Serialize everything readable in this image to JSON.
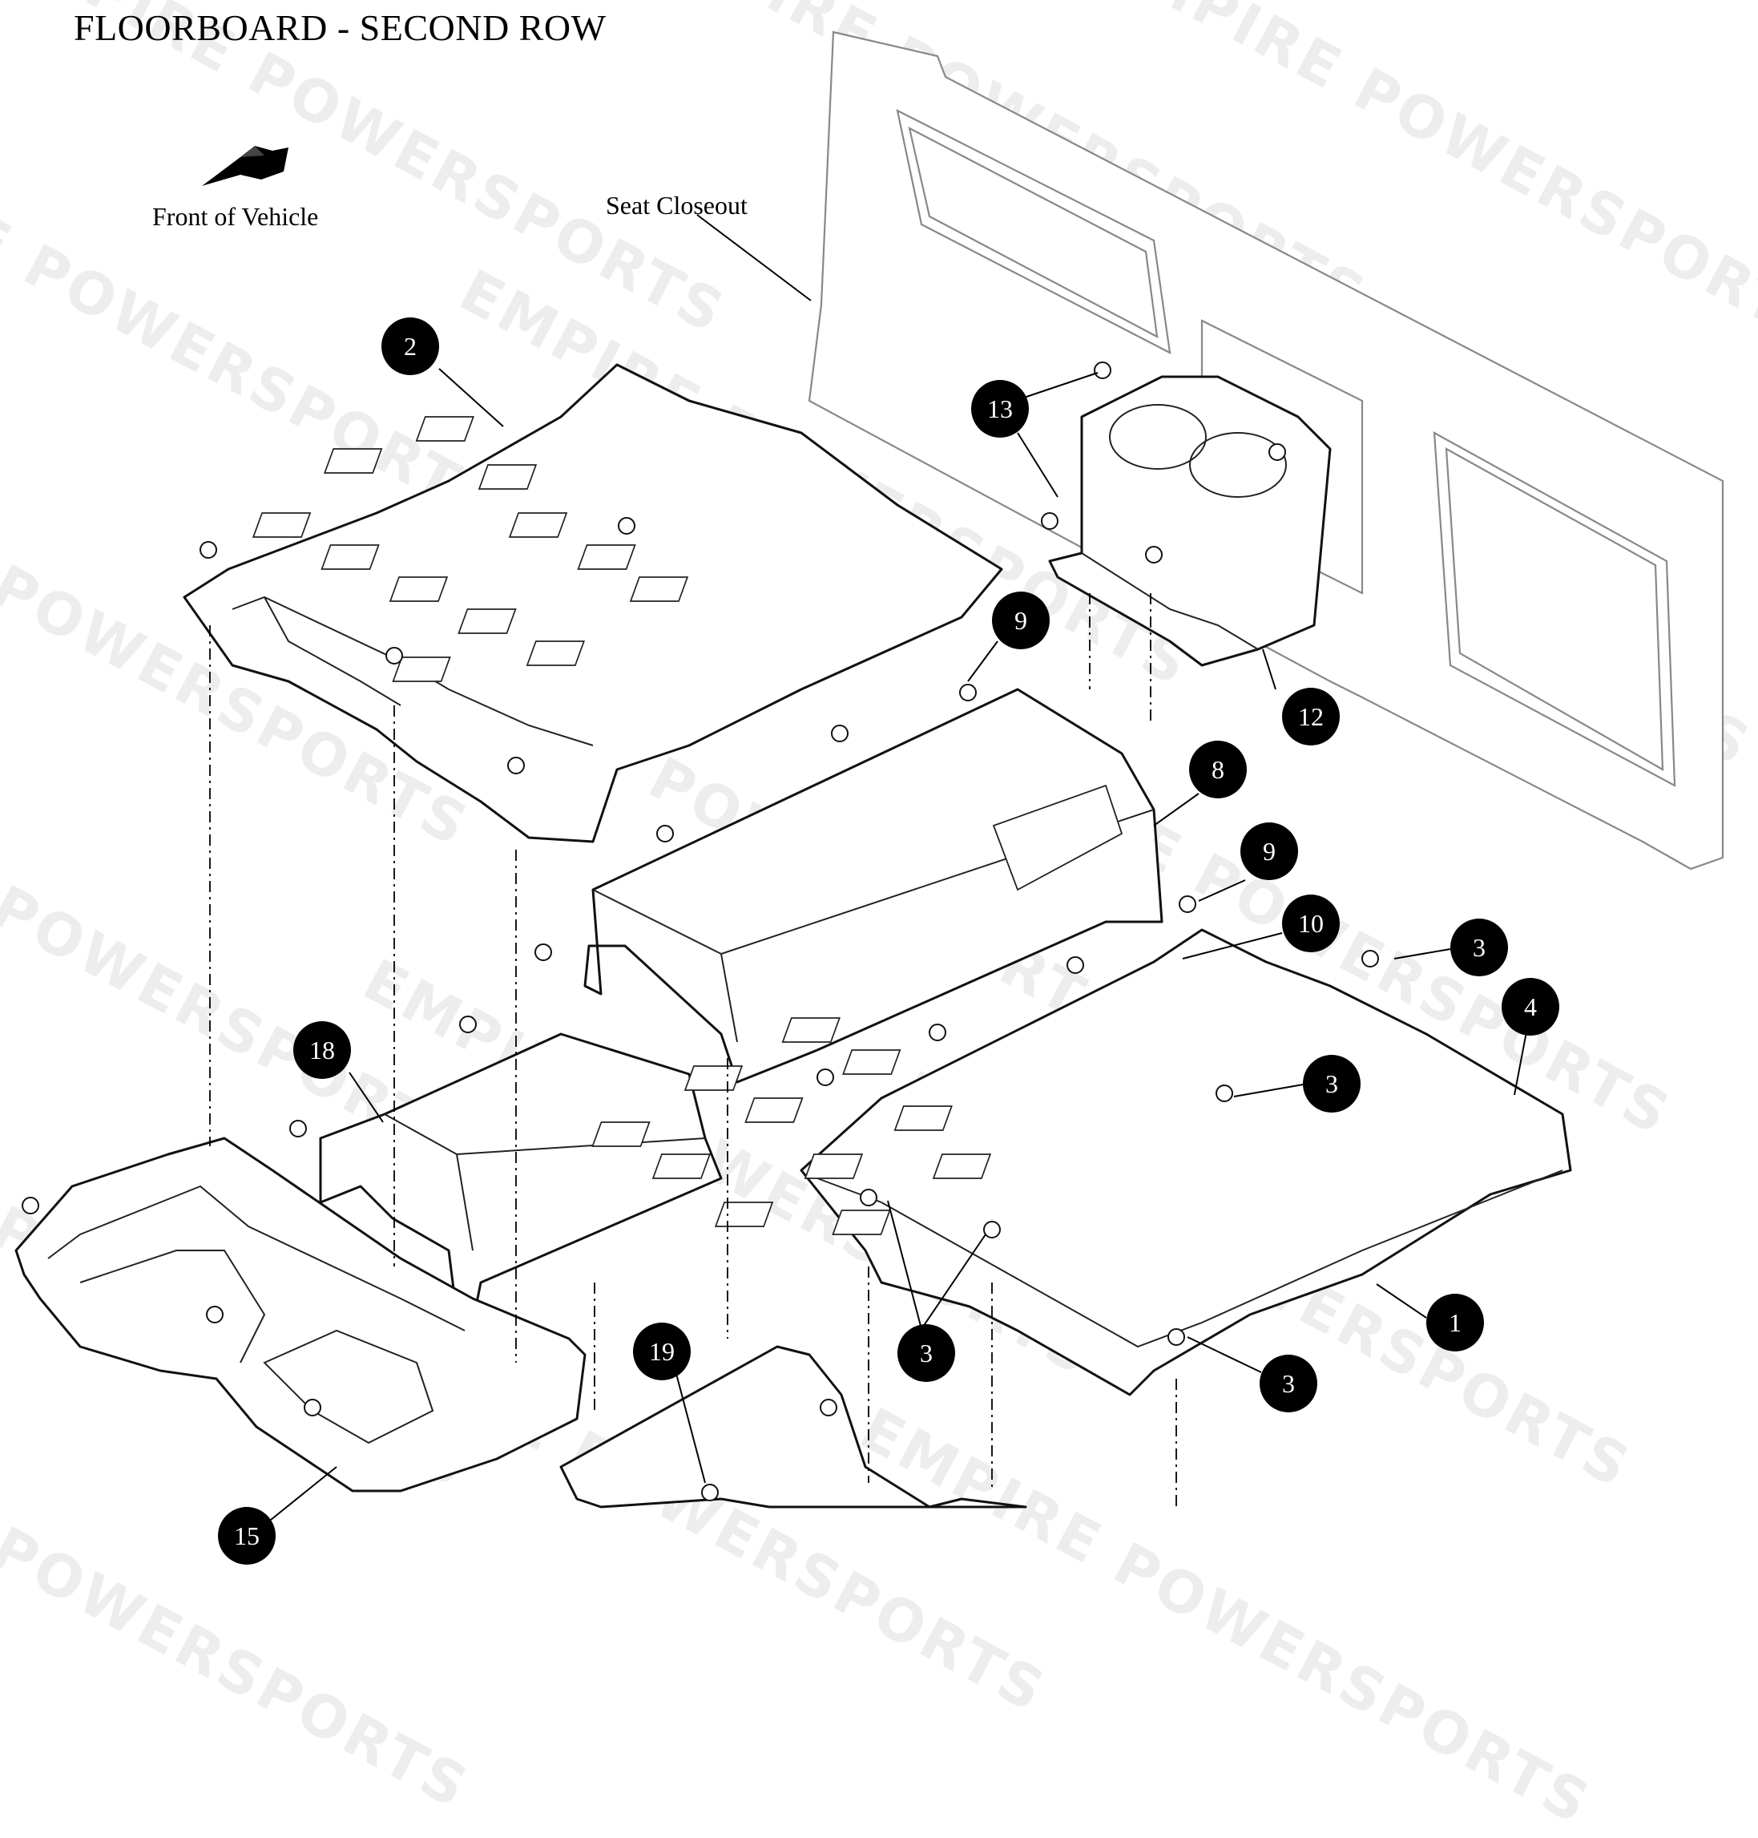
{
  "title": "FLOORBOARD - SECOND ROW",
  "labels": {
    "front_of_vehicle": "Front of Vehicle",
    "seat_closeout": "Seat Closeout"
  },
  "watermark": "EMPIRE POWERSPORTS",
  "callouts": [
    {
      "id": "c2",
      "num": "2"
    },
    {
      "id": "c13",
      "num": "13"
    },
    {
      "id": "c9a",
      "num": "9"
    },
    {
      "id": "c12",
      "num": "12"
    },
    {
      "id": "c8",
      "num": "8"
    },
    {
      "id": "c9b",
      "num": "9"
    },
    {
      "id": "c10",
      "num": "10"
    },
    {
      "id": "c3a",
      "num": "3"
    },
    {
      "id": "c4",
      "num": "4"
    },
    {
      "id": "c18",
      "num": "18"
    },
    {
      "id": "c3b",
      "num": "3"
    },
    {
      "id": "c1",
      "num": "1"
    },
    {
      "id": "c3c",
      "num": "3"
    },
    {
      "id": "c3d",
      "num": "3"
    },
    {
      "id": "c19",
      "num": "19"
    },
    {
      "id": "c15",
      "num": "15"
    }
  ]
}
